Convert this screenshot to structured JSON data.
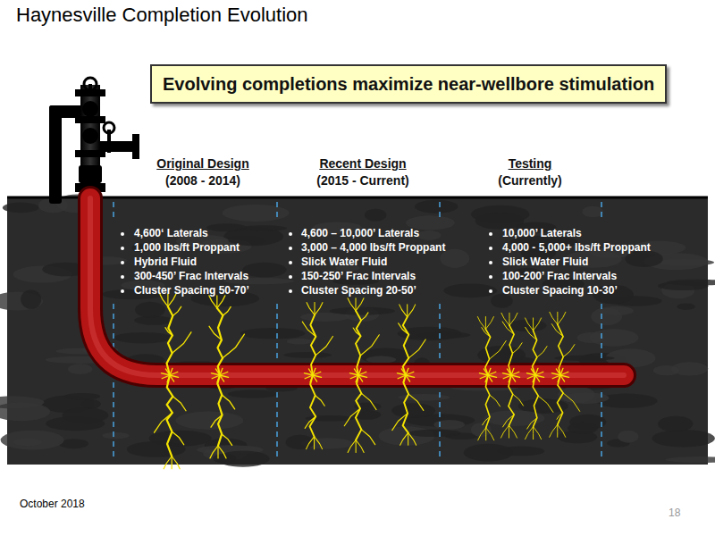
{
  "diagram": {
    "title": "Haynesville Completion Evolution",
    "nodes": [
      {
        "text": [
          "Evolving completions maximize near-wellbore stimulation"
        ]
      }
    ],
    "labels": [
      "Original Design",
      "(2008 - 2014)",
      "4,600‘ Laterals",
      "1,000 lbs/ft Proppant",
      "Hybrid Fluid",
      "300-450’ Frac Intervals",
      "Cluster Spacing 50-70’",
      "Recent Design",
      "(2015 - Current)",
      "4,600 – 10,000’ Laterals",
      "3,000 – 4,000 lbs/ft Proppant",
      "Slick Water Fluid",
      "150-250’ Frac Intervals",
      "Cluster Spacing 20-50’",
      "Testing",
      "(Currently)",
      "10,000’ Laterals",
      "4,000 - 5,000+ lbs/ft Proppant",
      "Slick Water Fluid",
      "100-200’ Frac Intervals",
      "Cluster Spacing 10-30’",
      "October 2018",
      "18"
    ]
  }
}
